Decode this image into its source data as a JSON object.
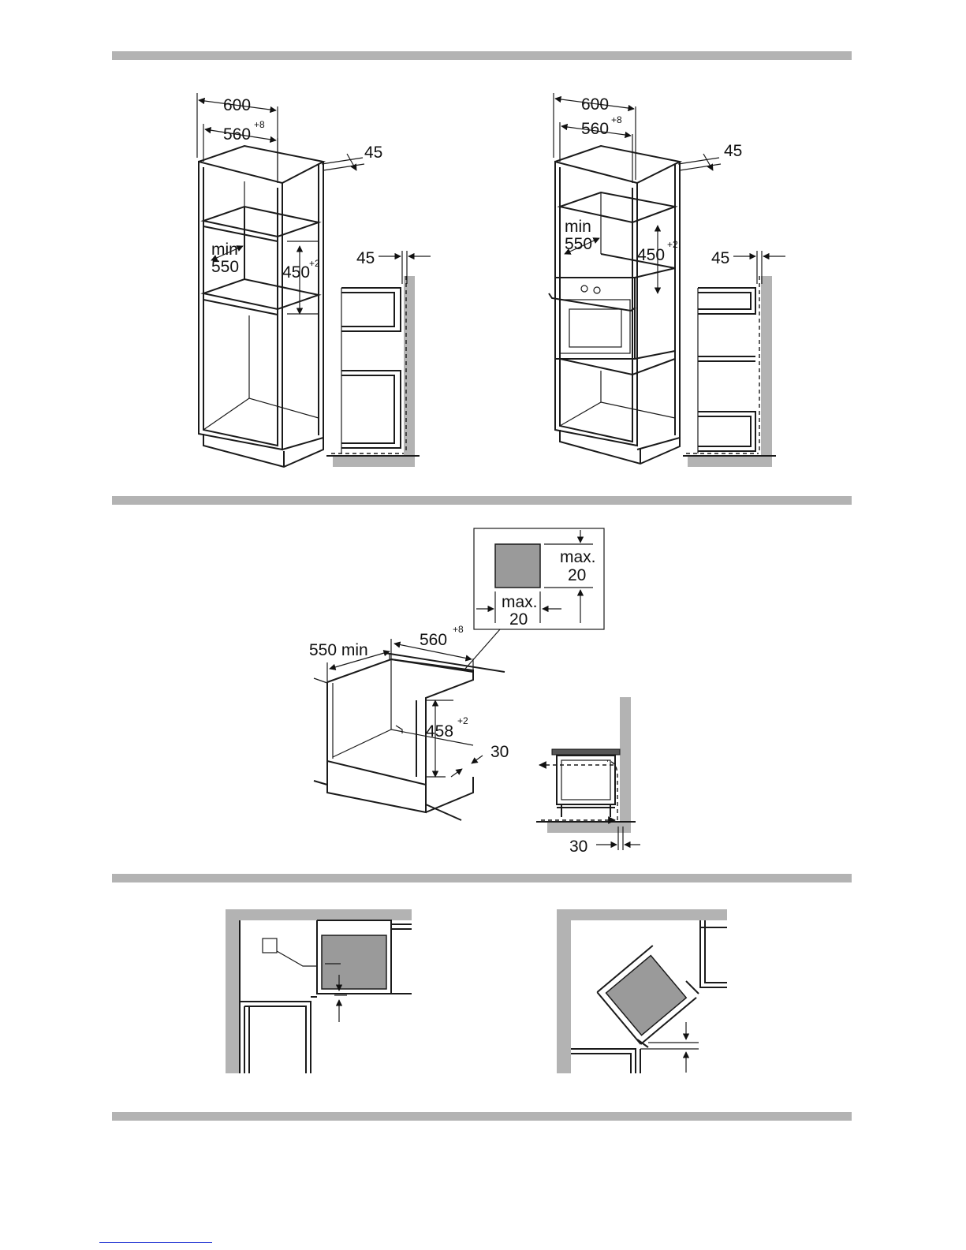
{
  "figure1": {
    "width": "600",
    "niche_width": "560",
    "niche_width_tol": "+8",
    "top_gap": "45",
    "min_label": "min",
    "depth": "550",
    "height": "450",
    "height_tol": "+2",
    "side_gap": "45"
  },
  "figure2": {
    "width": "600",
    "niche_width": "560",
    "niche_width_tol": "+8",
    "top_gap": "45",
    "min_label": "min",
    "depth": "550",
    "height": "450",
    "height_tol": "+2",
    "side_gap": "45"
  },
  "figure3": {
    "depth_label": "550 min",
    "width": "560",
    "width_tol": "+8",
    "height": "458",
    "height_tol": "+2",
    "gap": "30",
    "inset_max_1": "max.",
    "inset_val_1": "20",
    "inset_max_2": "max.",
    "inset_val_2": "20",
    "side_gap": "30"
  },
  "colors": {
    "separator": "#b3b3b3",
    "wall": "#b3b3b3",
    "appliance": "#9a9a9a"
  }
}
